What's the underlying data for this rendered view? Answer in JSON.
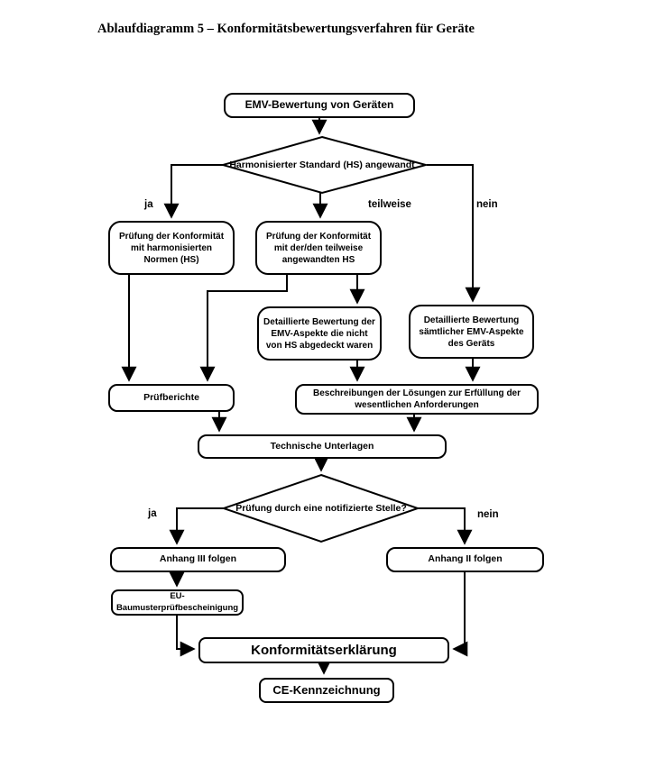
{
  "title": "Ablaufdiagramm 5 – Konformitätsbewertungsverfahren für Geräte",
  "nodes": {
    "emv": "EMV-Bewertung von Geräten",
    "decision_hs": "Harmonisierter Standard (HS) angewandt",
    "pruefung_hs": "Prüfung der Konformität mit harmonisierten Normen (HS)",
    "pruefung_teilweise": "Prüfung der Konformität mit der/den teilweise angewandten HS",
    "detail_teilweise": "Detaillierte Bewertung der EMV-Aspekte die nicht von HS abgedeckt waren",
    "detail_saemtlich": "Detaillierte Bewertung sämtlicher EMV-Aspekte des Geräts",
    "pruefberichte": "Prüfberichte",
    "beschreibungen": "Beschreibungen der Lösungen zur Erfüllung der wesentlichen Anforderungen",
    "technische_unterlagen": "Technische Unterlagen",
    "decision_stelle": "Prüfung durch eine notifizierte Stelle?",
    "anhang_iii": "Anhang III folgen",
    "anhang_ii": "Anhang II folgen",
    "eu_baumuster": "EU-Baumusterprüfbescheinigung",
    "konformitaetserklaerung": "Konformitätserklärung",
    "ce_kennzeichnung": "CE-Kennzeichnung"
  },
  "branch_labels": {
    "ja1": "ja",
    "teilweise": "teilweise",
    "nein1": "nein",
    "ja2": "ja",
    "nein2": "nein"
  },
  "colors": {
    "background": "#ffffff",
    "line": "#000000",
    "border": "#000000",
    "text": "#000000"
  }
}
